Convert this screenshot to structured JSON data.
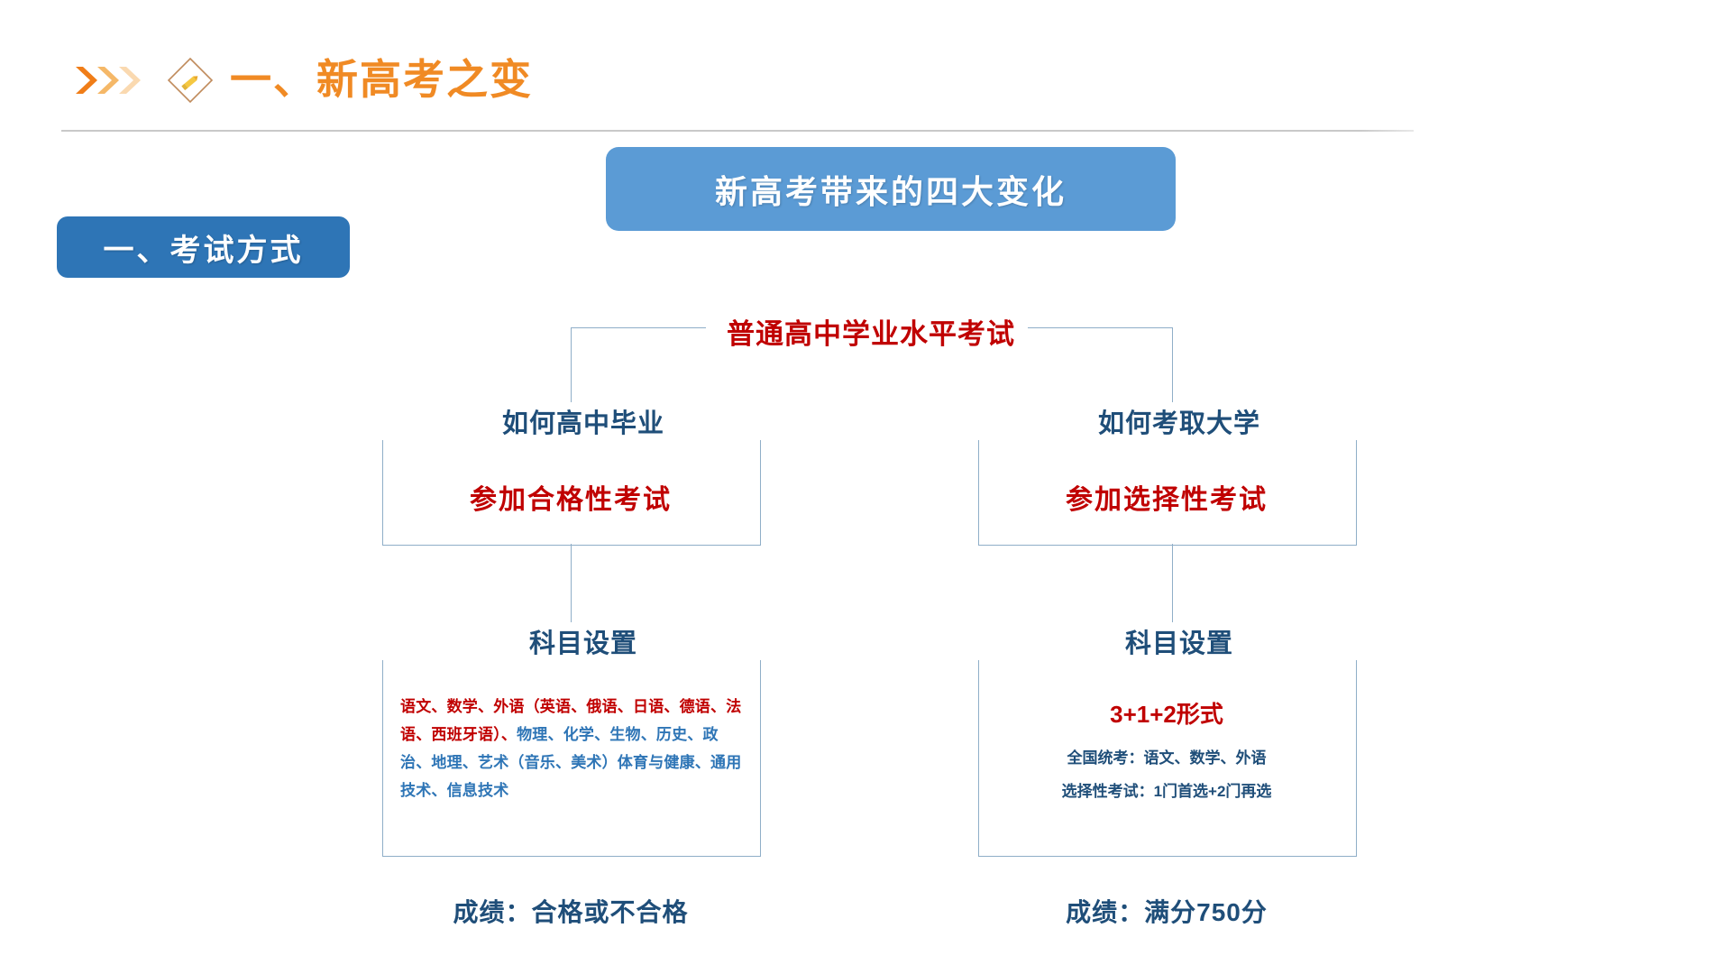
{
  "header": {
    "title": "一、新高考之变",
    "title_color": "#F08A24",
    "chevron_icon": "chevrons-right-icon",
    "diamond_icon": "diamond-pencil-icon",
    "divider": true
  },
  "banner": {
    "text": "新高考带来的四大变化",
    "bg_color": "#5B9BD5",
    "text_color": "#FFFFFF"
  },
  "section_tab": {
    "text": "一、考试方式",
    "bg_color": "#2E75B6",
    "text_color": "#FFFFFF"
  },
  "diagram": {
    "root": {
      "label": "普通高中学业水平考试",
      "color": "#C00000"
    },
    "branches": [
      {
        "heading": "如何高中毕业",
        "heading_color": "#1F4E79",
        "subtitle": "参加合格性考试",
        "subtitle_color": "#C00000",
        "detail_heading": "科目设置",
        "detail_red": "语文、数学、外语（英语、俄语、日语、德语、法语、西班牙语）、",
        "detail_blue": "物理、化学、生物、历史、政治、地理、艺术（音乐、美术）体育与健康、通用技术、信息技术",
        "result": "成绩：合格或不合格"
      },
      {
        "heading": "如何考取大学",
        "heading_color": "#1F4E79",
        "subtitle": "参加选择性考试",
        "subtitle_color": "#C00000",
        "detail_heading": "科目设置",
        "form_title": "3+1+2形式",
        "form_lines": [
          "全国统考：语文、数学、外语",
          "选择性考试：1门首选+2门再选"
        ],
        "result": "成绩：满分750分"
      }
    ],
    "line_color": "#8FAEC8"
  }
}
